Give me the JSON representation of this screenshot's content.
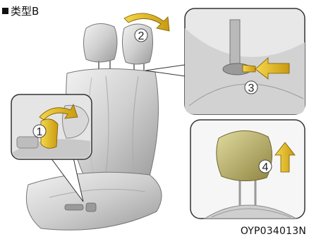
{
  "header": {
    "type_label": "类型B"
  },
  "footer": {
    "figure_code": "OYP034013N"
  },
  "steps": [
    "1",
    "2",
    "3",
    "4"
  ],
  "icons": [
    "seat-illustration",
    "rotate-arrow-icon",
    "push-arrow-icon",
    "up-arrow-icon"
  ],
  "colors": {
    "accent_yellow": "#e2b826",
    "headrest_khaki": "#b8ab5a",
    "panel_border": "#333333"
  }
}
